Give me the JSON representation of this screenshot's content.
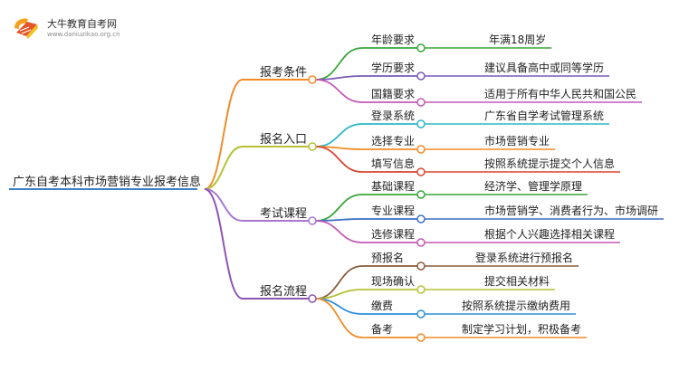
{
  "logo": {
    "title": "大牛教育自考网",
    "url": "www.daniuzikao.org.cn"
  },
  "root": {
    "label": "广东自考本科市场营销专业报考信息",
    "color": "#3b82c4"
  },
  "branches": [
    {
      "label": "报考条件",
      "color": "#f08c2a",
      "children": [
        {
          "label": "年龄要求",
          "value": "年满18周岁",
          "color": "#3aa63a"
        },
        {
          "label": "学历要求",
          "value": "建议具备高中或同等学历",
          "color": "#7a58b8"
        },
        {
          "label": "国籍要求",
          "value": "适用于所有中华人民共和国公民",
          "color": "#c259b5"
        }
      ]
    },
    {
      "label": "报名入口",
      "color": "#b5c234",
      "children": [
        {
          "label": "登录系统",
          "value": "广东省自学考试管理系统",
          "color": "#2bb7c7"
        },
        {
          "label": "选择专业",
          "value": "市场营销专业",
          "color": "#f08c2a"
        },
        {
          "label": "填写信息",
          "value": "按照系统提示提交个人信息",
          "color": "#d8452f"
        }
      ]
    },
    {
      "label": "考试课程",
      "color": "#a678d0",
      "children": [
        {
          "label": "基础课程",
          "value": "经济学、管理学原理",
          "color": "#3aa63a"
        },
        {
          "label": "专业课程",
          "value": "市场营销学、消费者行为、市场调研",
          "color": "#3b6fc4"
        },
        {
          "label": "选修课程",
          "value": "根据个人兴趣选择相关课程",
          "color": "#c259b5"
        }
      ]
    },
    {
      "label": "报名流程",
      "color": "#8e54b3",
      "children": [
        {
          "label": "预报名",
          "value": "登录系统进行预报名",
          "color": "#8a5a3c"
        },
        {
          "label": "现场确认",
          "value": "提交相关材料",
          "color": "#b5c234"
        },
        {
          "label": "缴费",
          "value": "按照系统提示缴纳费用",
          "color": "#2b8fd8"
        },
        {
          "label": "备考",
          "value": "制定学习计划，积极备考",
          "color": "#f08c2a"
        }
      ]
    }
  ]
}
